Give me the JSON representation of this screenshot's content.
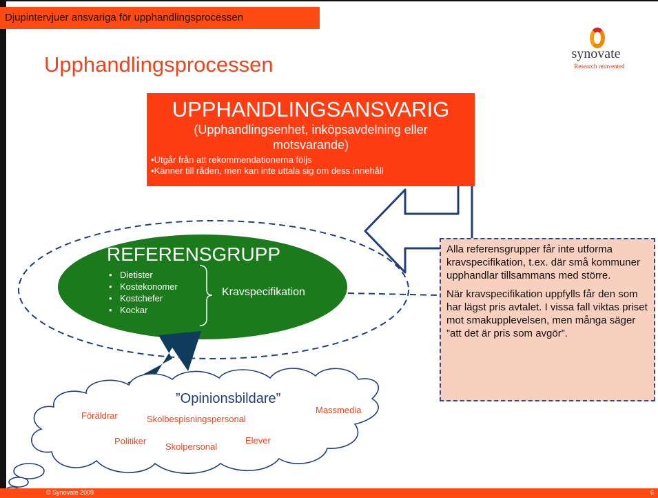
{
  "header": {
    "tag": "Djupintervjuer ansvariga för upphandlingsprocessen"
  },
  "title": "Upphandlingsprocessen",
  "logo": {
    "word": "synovate",
    "tagline": "Research reinvented",
    "colors": {
      "ring_outer": "#e02020",
      "ring_inner": "#f08a00"
    }
  },
  "top_box": {
    "title": "UPPHANDLINGSANSVARIG",
    "subtitle": "(Upphandlingsenhet, inköpsavdelning eller motsvarande)",
    "bullets": [
      "Utgår från att rekommendationerna följs",
      "Känner till råden, men kan inte uttala sig om dess innehåll"
    ]
  },
  "reference_group": {
    "title": "REFERENSGRUPP",
    "members": [
      "Dietister",
      "Kostekonomer",
      "Kostchefer",
      "Kockar"
    ],
    "outcome": "Kravspecifikation"
  },
  "note": {
    "paragraphs": [
      "Alla referensgrupper får inte utforma kravspecifikation, t.ex. där små kommuner upphandlar tillsammans med större.",
      "När kravspecifikation uppfylls får den som har lägst pris avtalet. I vissa fall viktas priset mot smakupplevelsen, men många säger ”att det är pris som avgör”."
    ]
  },
  "cloud": {
    "title": "”Opinionsbildare”",
    "words": {
      "foraldrar": "Föräldrar",
      "skolbespisning": "Skolbespisningspersonal",
      "massmedia": "Massmedia",
      "politiker": "Politiker",
      "skolpersonal": "Skolpersonal",
      "elever": "Elever"
    }
  },
  "footer": {
    "copyright": "© Synovate 2009",
    "page": "6"
  },
  "colors": {
    "accent_orange": "#ff4a14",
    "title_orange": "#e8461e",
    "box_red": "#ff3d12",
    "group_green": "#1b7a1b",
    "arrow_navy": "#0f3b5c",
    "dash_blue": "#1f3f7a",
    "note_fill": "#f7d0c0"
  }
}
